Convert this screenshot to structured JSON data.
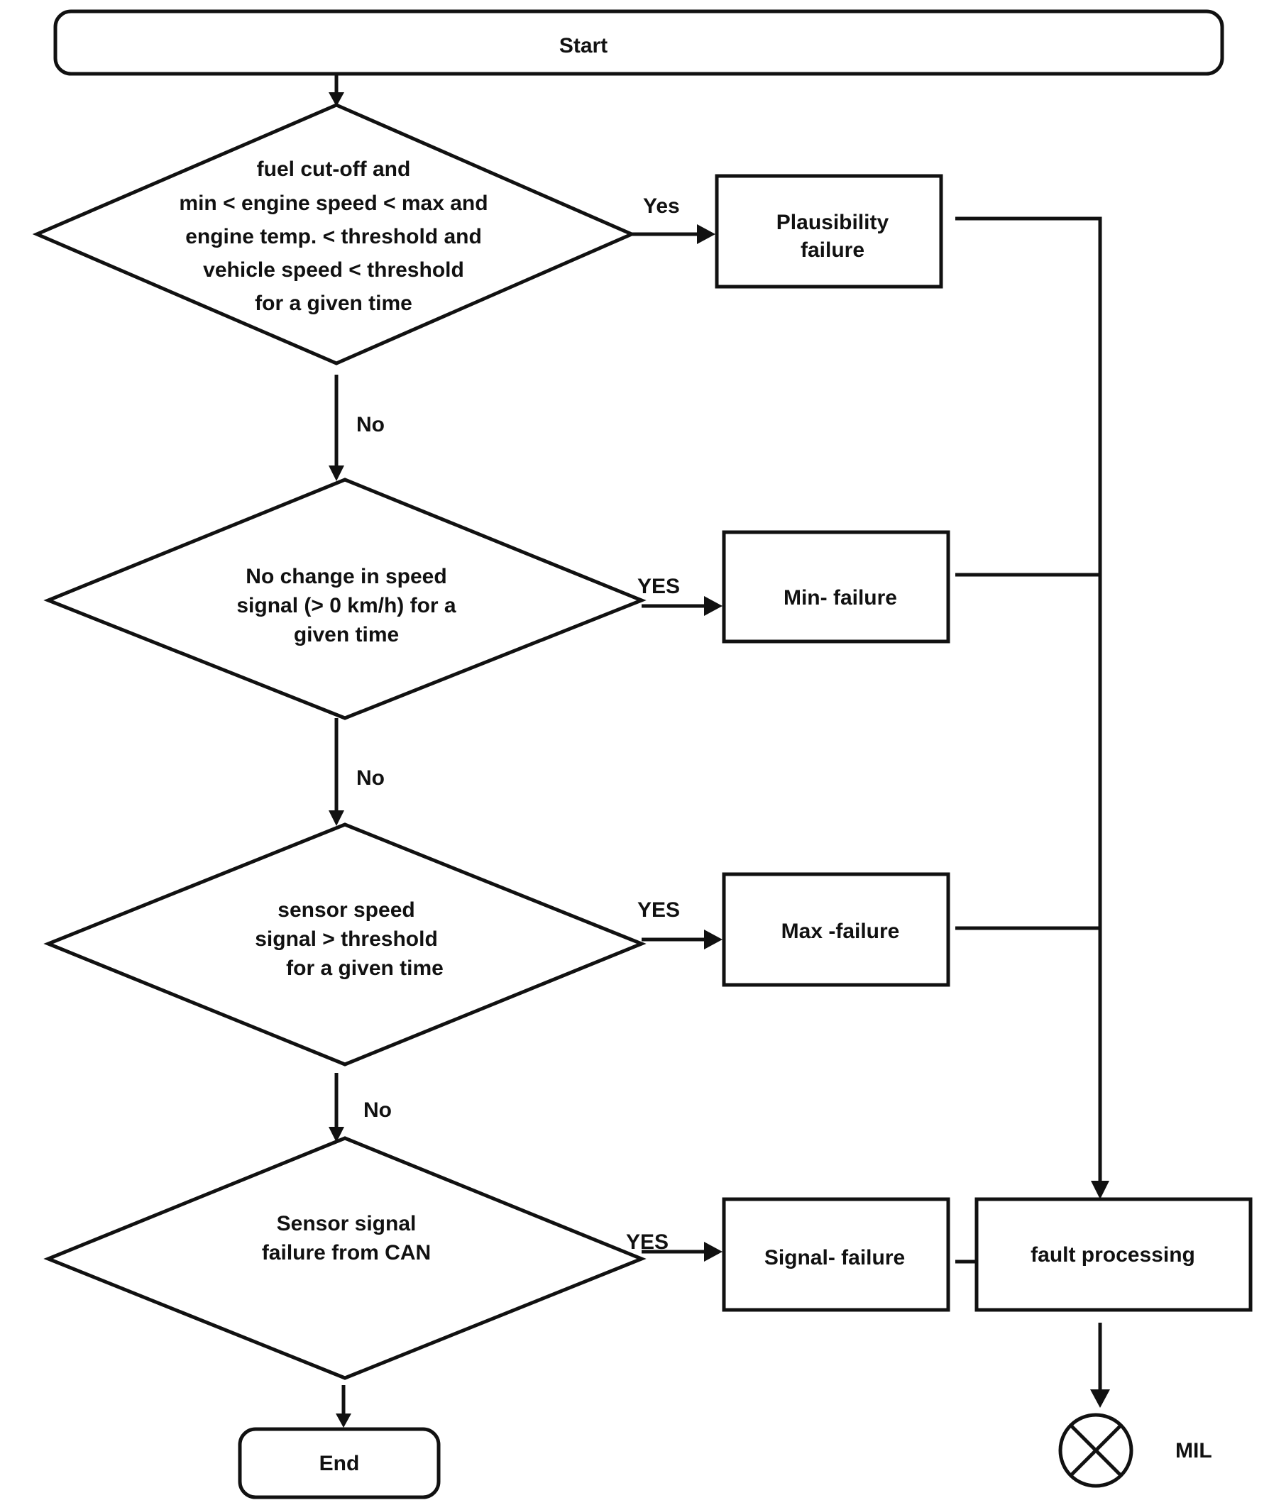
{
  "start": {
    "label": "Start"
  },
  "end": {
    "label": "End"
  },
  "decisions": [
    {
      "lines": [
        "fuel cut-off and",
        "min < engine speed < max and",
        "engine temp. < threshold and",
        "vehicle speed < threshold",
        "for a given time"
      ]
    },
    {
      "lines": [
        "No change in speed",
        "signal (> 0 km/h) for a",
        "given time"
      ]
    },
    {
      "lines": [
        "sensor speed",
        "signal  > threshold",
        "for a given time"
      ]
    },
    {
      "lines": [
        "Sensor signal",
        "failure from CAN"
      ]
    }
  ],
  "failures": [
    {
      "lines": [
        "Plausibility",
        "failure"
      ]
    },
    {
      "lines": [
        "Min- failure"
      ]
    },
    {
      "lines": [
        "Max -failure"
      ]
    },
    {
      "lines": [
        "Signal- failure"
      ]
    }
  ],
  "fault_processing": {
    "label": "fault processing"
  },
  "mil": {
    "label": "MIL",
    "icon": "crossed-circle-lamp-icon"
  },
  "edge_labels": {
    "yes_1": "Yes",
    "yes_2": "YES",
    "yes_3": "YES",
    "yes_4": "YES",
    "no_1": "No",
    "no_2": "No",
    "no_3": "No"
  }
}
